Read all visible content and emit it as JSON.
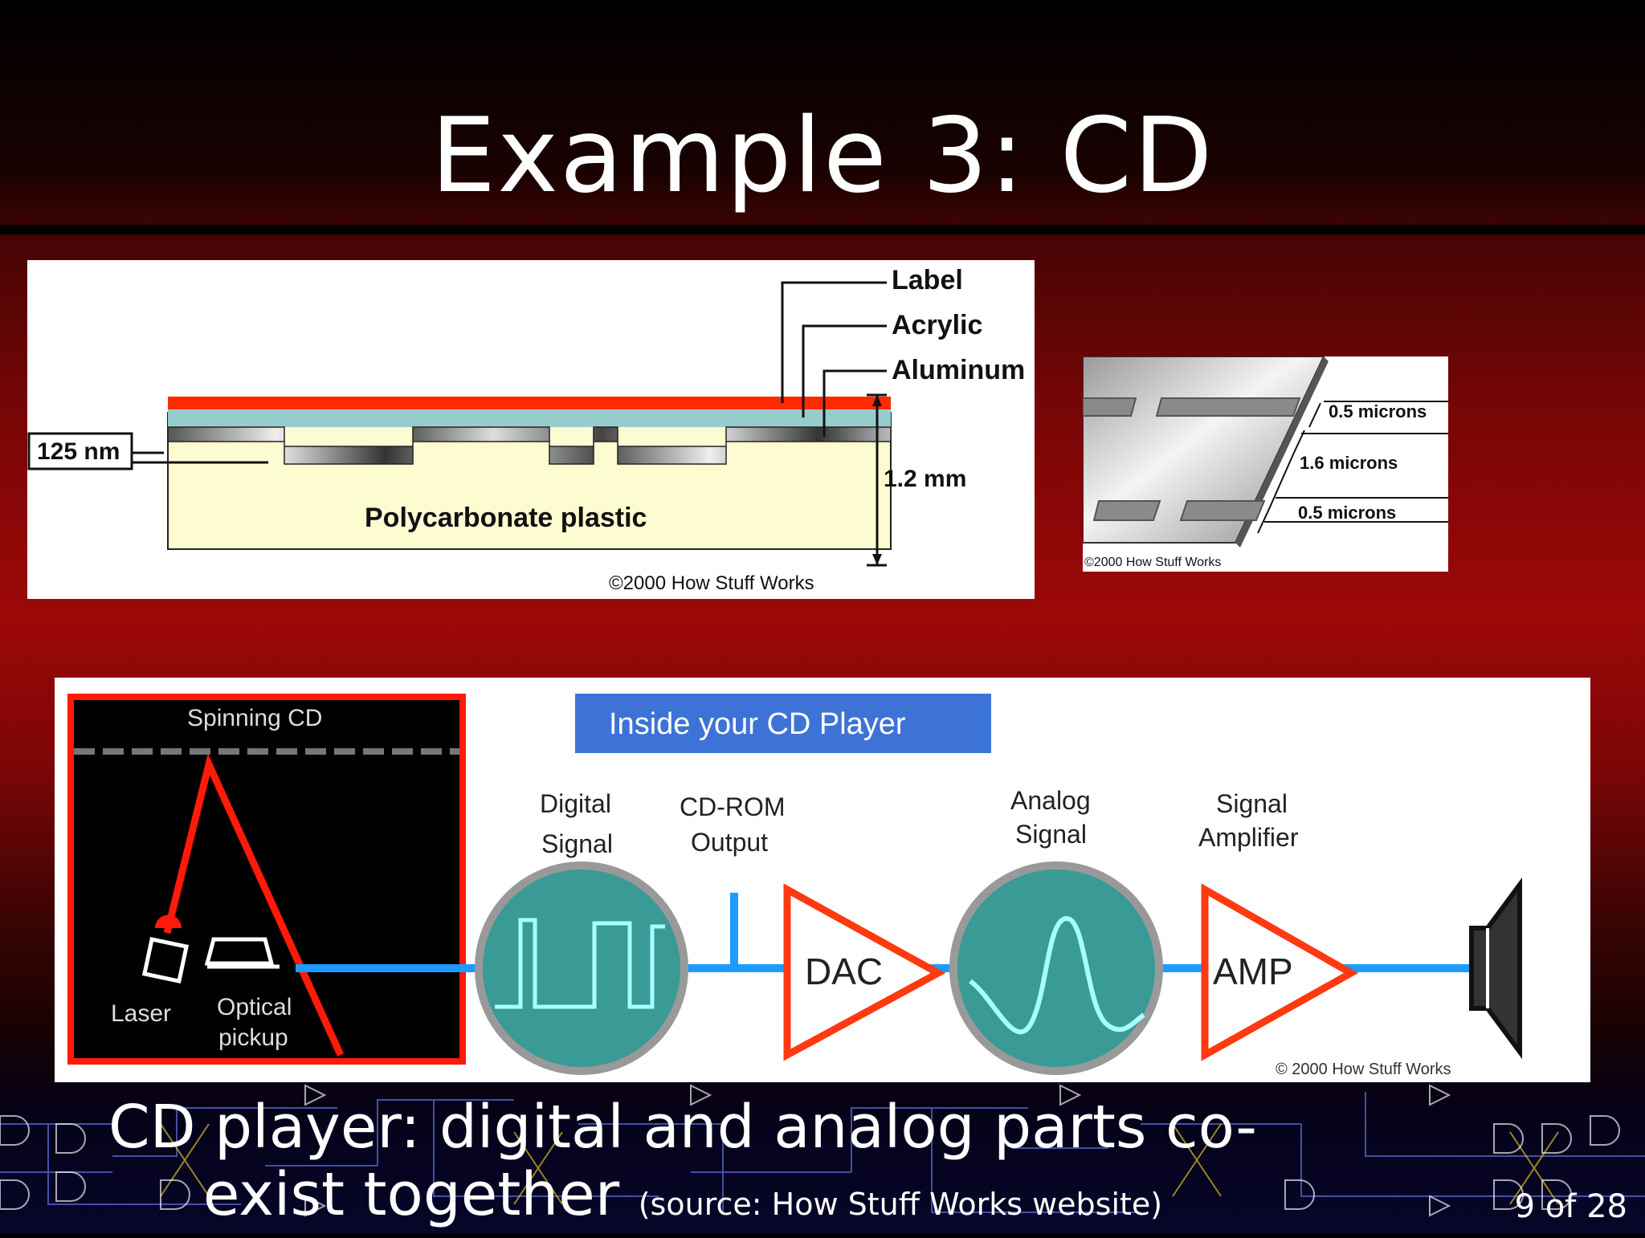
{
  "slide": {
    "title": "Example 3: CD",
    "caption_main": "CD player: digital and analog parts co-exist together",
    "caption_source": "(source: How Stuff Works website)",
    "page_number": "9 of 28"
  },
  "cross_section": {
    "label": "Label",
    "acrylic": "Acrylic",
    "aluminum": "Aluminum",
    "pit_depth": "125 nm",
    "thickness": "1.2 mm",
    "substrate": "Polycarbonate plastic",
    "copyright": "©2000 How Stuff Works",
    "colors": {
      "label": "#ff2a00",
      "acrylic": "#96cccc",
      "substrate": "#fdfbd0"
    }
  },
  "pit_detail": {
    "width_top": "0.5 microns",
    "track_pitch": "1.6 microns",
    "width_bottom": "0.5 microns",
    "copyright": "©2000 How Stuff Works"
  },
  "player": {
    "heading": "Inside your CD Player",
    "spinning_cd": "Spinning CD",
    "laser": "Laser",
    "pickup_line1": "Optical",
    "pickup_line2": "pickup",
    "digital_line1": "Digital",
    "digital_line2": "Signal",
    "cdrom_line1": "CD-ROM",
    "cdrom_line2": "Output",
    "dac": "DAC",
    "analog_line1": "Analog",
    "analog_line2": "Signal",
    "amp_line1": "Signal",
    "amp_line2": "Amplifier",
    "amp": "AMP",
    "copyright": "© 2000 How Stuff Works",
    "colors": {
      "heading_bg": "#3d73d6",
      "scope": "#3a9a96",
      "signal": "#1e9bff",
      "amp": "#ff3a10"
    }
  }
}
